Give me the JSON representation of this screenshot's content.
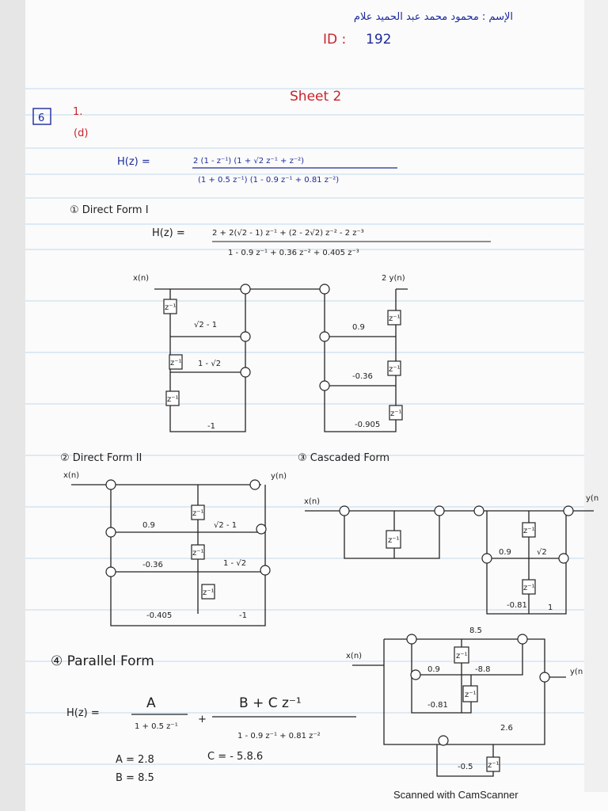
{
  "header": {
    "name_arabic": "الإسم : محمود محمد عبد الحميد علام",
    "id_label": "ID :",
    "id_value": "192"
  },
  "sheet_title": "Sheet 2",
  "question_box": "6",
  "question_number": "1.",
  "part": "(d)",
  "transfer_function": {
    "lhs": "H(z) =",
    "numerator": "2 (1 - z⁻¹) (1 + √2 z⁻¹ + z⁻²)",
    "denominator": "(1 + 0.5 z⁻¹) (1 - 0.9 z⁻¹ + 0.81 z⁻²)"
  },
  "direct_form_1": {
    "title": "① Direct Form I",
    "lhs": "H(z) =",
    "numerator": "2 + 2(√2 - 1) z⁻¹ + (2 - 2√2) z⁻² - 2 z⁻³",
    "denominator": "1 - 0.9 z⁻¹ + 0.36 z⁻² + 0.405 z⁻³",
    "diagram": {
      "input": "x(n)",
      "output": "2 y(n)",
      "delay": "z⁻¹",
      "ff_gains": [
        "√2 - 1",
        "1 - √2",
        "-1"
      ],
      "fb_gains": [
        "0.9",
        "-0.36",
        "-0.905"
      ]
    }
  },
  "direct_form_2": {
    "title": "② Direct Form II",
    "input": "x(n)",
    "output": "y(n)",
    "delay": "z⁻¹",
    "fb_gains": [
      "0.9",
      "-0.36",
      "-0.405"
    ],
    "ff_gains": [
      "√2 - 1",
      "1 - √2",
      "-1"
    ]
  },
  "cascaded_form": {
    "title": "③ Cascaded Form",
    "input": "x(n)",
    "output": "y(n",
    "delay": "z⁻¹",
    "gains": [
      "0.9",
      "√2",
      "-0.81",
      "1"
    ]
  },
  "parallel_form": {
    "title": "④ Parallel Form",
    "lhs": "H(z) =",
    "term1_num": "A",
    "term1_den": "1 + 0.5 z⁻¹",
    "plus": "+",
    "term2_num": "B + C z⁻¹",
    "term2_den": "1 - 0.9 z⁻¹ + 0.81 z⁻²",
    "a_value": "A = 2.8",
    "b_value": "B = 8.5",
    "c_value": "C = - 5.8.6",
    "diagram": {
      "input": "x(n)",
      "output": "y(n",
      "delay": "z⁻¹",
      "gains": [
        "8.5",
        "0.9",
        "-8.8",
        "-0.81",
        "2.6",
        "-0.5"
      ]
    }
  },
  "adder_symbol": "+",
  "footer": "Scanned with CamScanner",
  "colors": {
    "blue_ink": "#1c2a9c",
    "red_ink": "#c8242c",
    "pencil": "#1e1e1e",
    "rule_lines": "#9cc3e4"
  }
}
